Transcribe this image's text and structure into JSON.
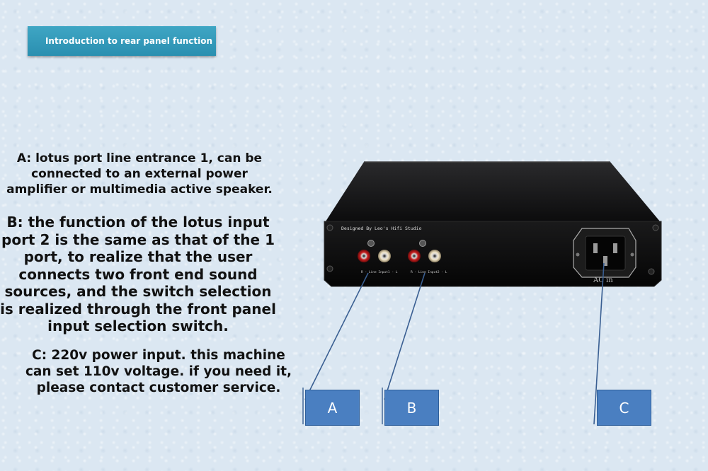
{
  "title": "Introduction to rear panel function",
  "descriptions": {
    "a": "A: lotus port line entrance 1, can be connected to an external power amplifier or multimedia active speaker.",
    "b": "B: the function of the lotus input port 2 is the same as that of the 1 port, to realize that the user connects two front end sound sources, and the switch selection is realized through the front panel input selection switch.",
    "c": "C: 220v power input. this machine can set 110v voltage. if you need it, please contact customer service."
  },
  "device": {
    "brand_text": "Designed By Leo's Hifi Studio",
    "input1_label": "R - Line Input1 - L",
    "input2_label": "R - Line Input2 - L",
    "ac_label": "AC in"
  },
  "labels": {
    "a": "A",
    "b": "B",
    "c": "C"
  },
  "colors": {
    "title_bar": "#2a8fb0",
    "label_box": "#4a7fc1",
    "pointer_line": "#3a5f92"
  }
}
